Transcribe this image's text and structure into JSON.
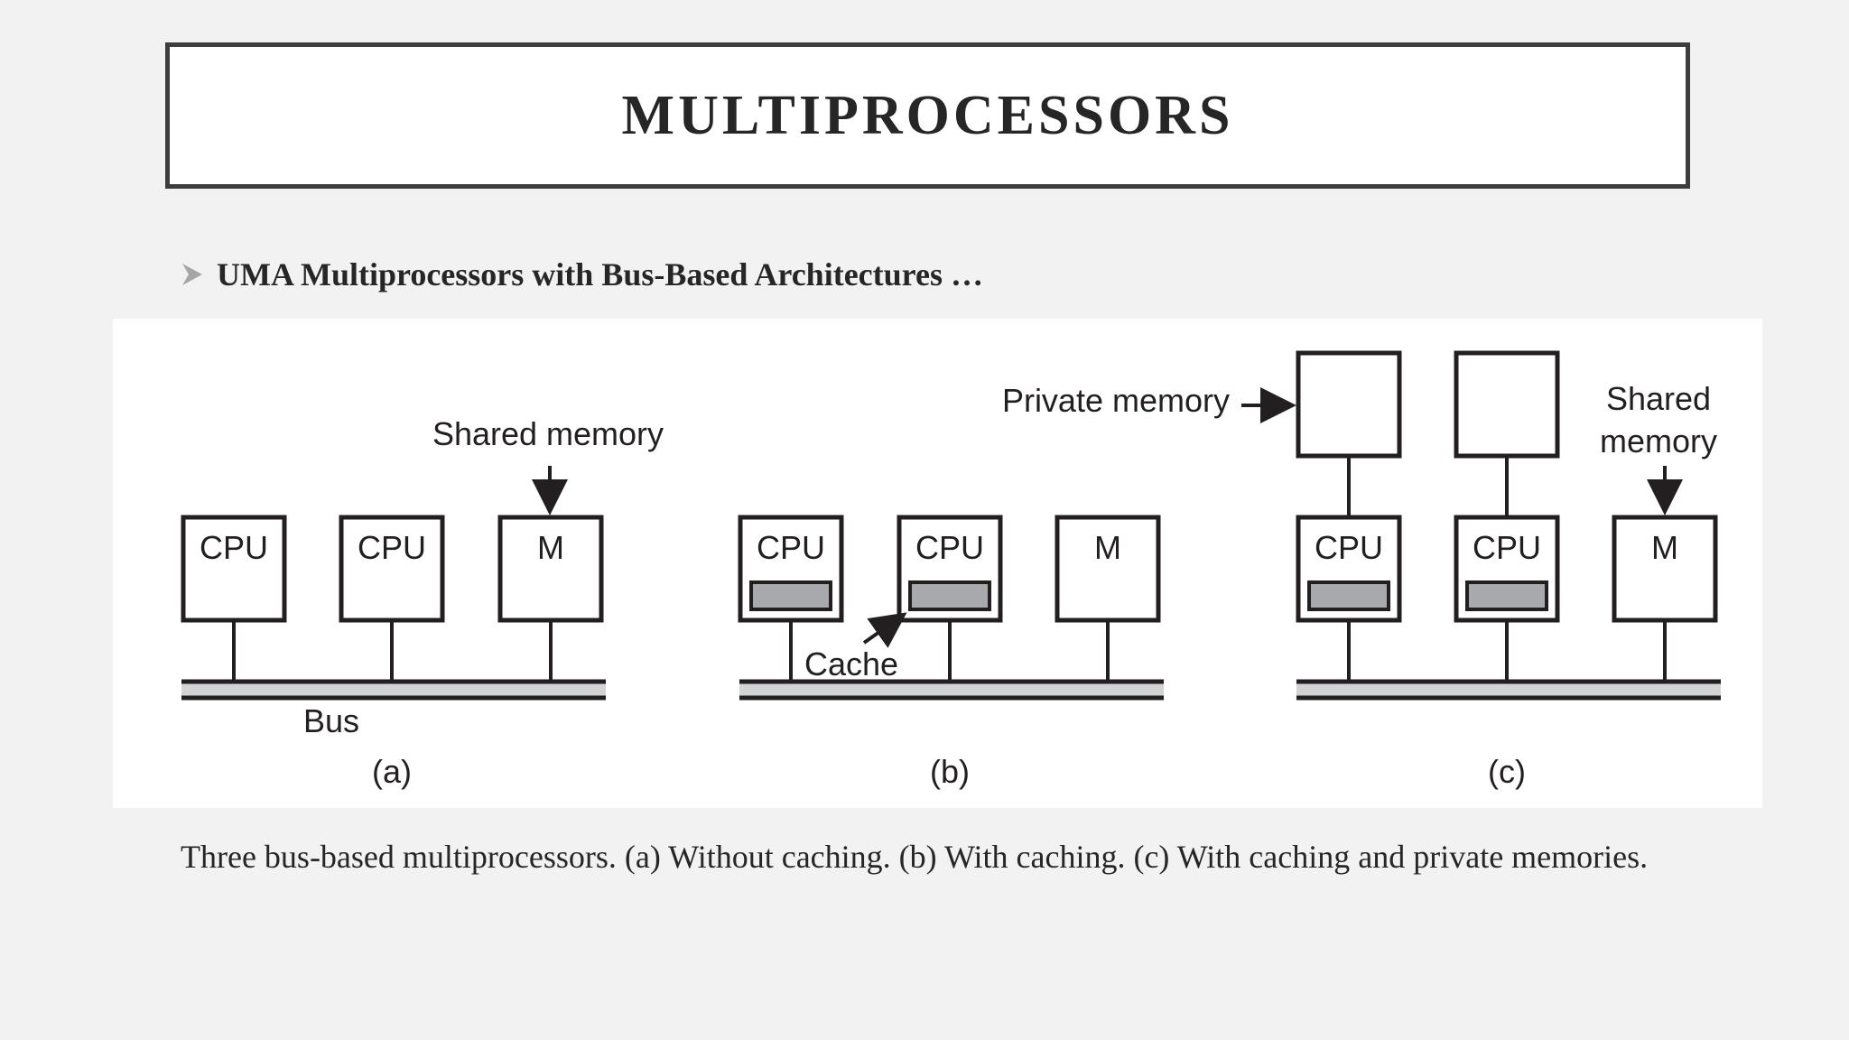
{
  "title": "MULTIPROCESSORS",
  "bullet": "UMA Multiprocessors with Bus-Based Architectures …",
  "diagram": {
    "cpu_label": "CPU",
    "memory_label": "M",
    "shared_memory_label": "Shared memory",
    "shared_label_line1": "Shared",
    "shared_label_line2": "memory",
    "private_memory_label": "Private memory",
    "cache_label": "Cache",
    "bus_label": "Bus",
    "panel_a": "(a)",
    "panel_b": "(b)",
    "panel_c": "(c)",
    "box_color": "#231f20",
    "cache_fill": "#a7a9ac",
    "bus_fill": "#d1d3d4"
  },
  "caption": "Three bus-based multiprocessors. (a) Without caching. (b) With caching. (c) With caching and private memories."
}
